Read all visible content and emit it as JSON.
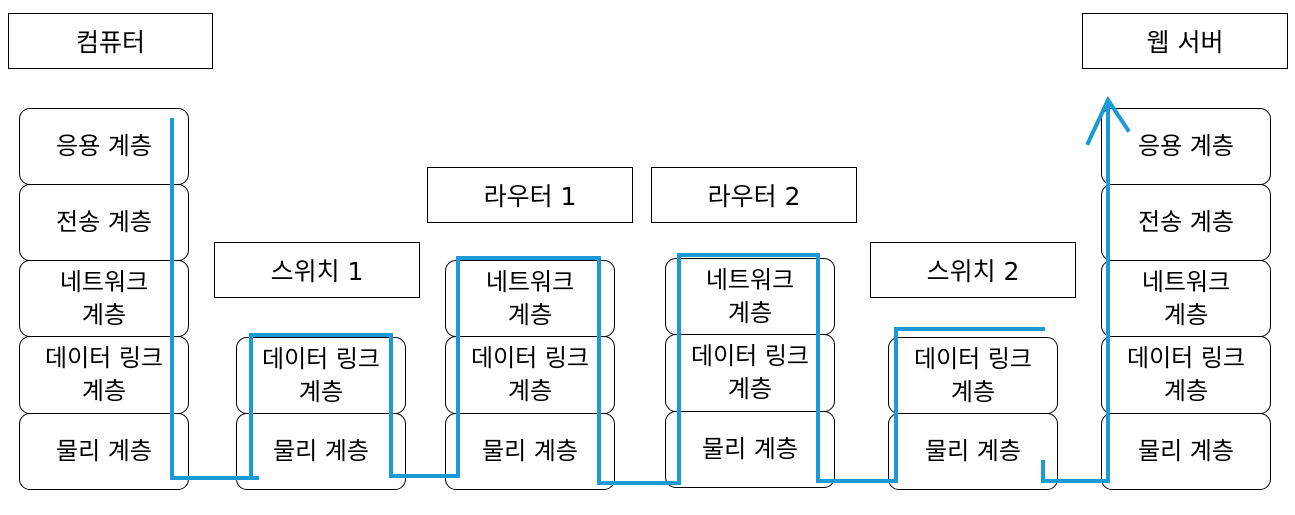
{
  "endpoints": {
    "computer": "컴퓨터",
    "web_server": "웹 서버"
  },
  "devices": {
    "switch1": "스위치 1",
    "router1": "라우터 1",
    "router2": "라우터 2",
    "switch2": "스위치 2"
  },
  "layers": {
    "application": "응용 계층",
    "transport": "전송 계층",
    "network": [
      "네트워크",
      "계층"
    ],
    "datalink": [
      "데이터 링크",
      "계층"
    ],
    "physical": "물리 계층"
  },
  "colors": {
    "flow": "#1a9bd7",
    "border": "#000000"
  }
}
